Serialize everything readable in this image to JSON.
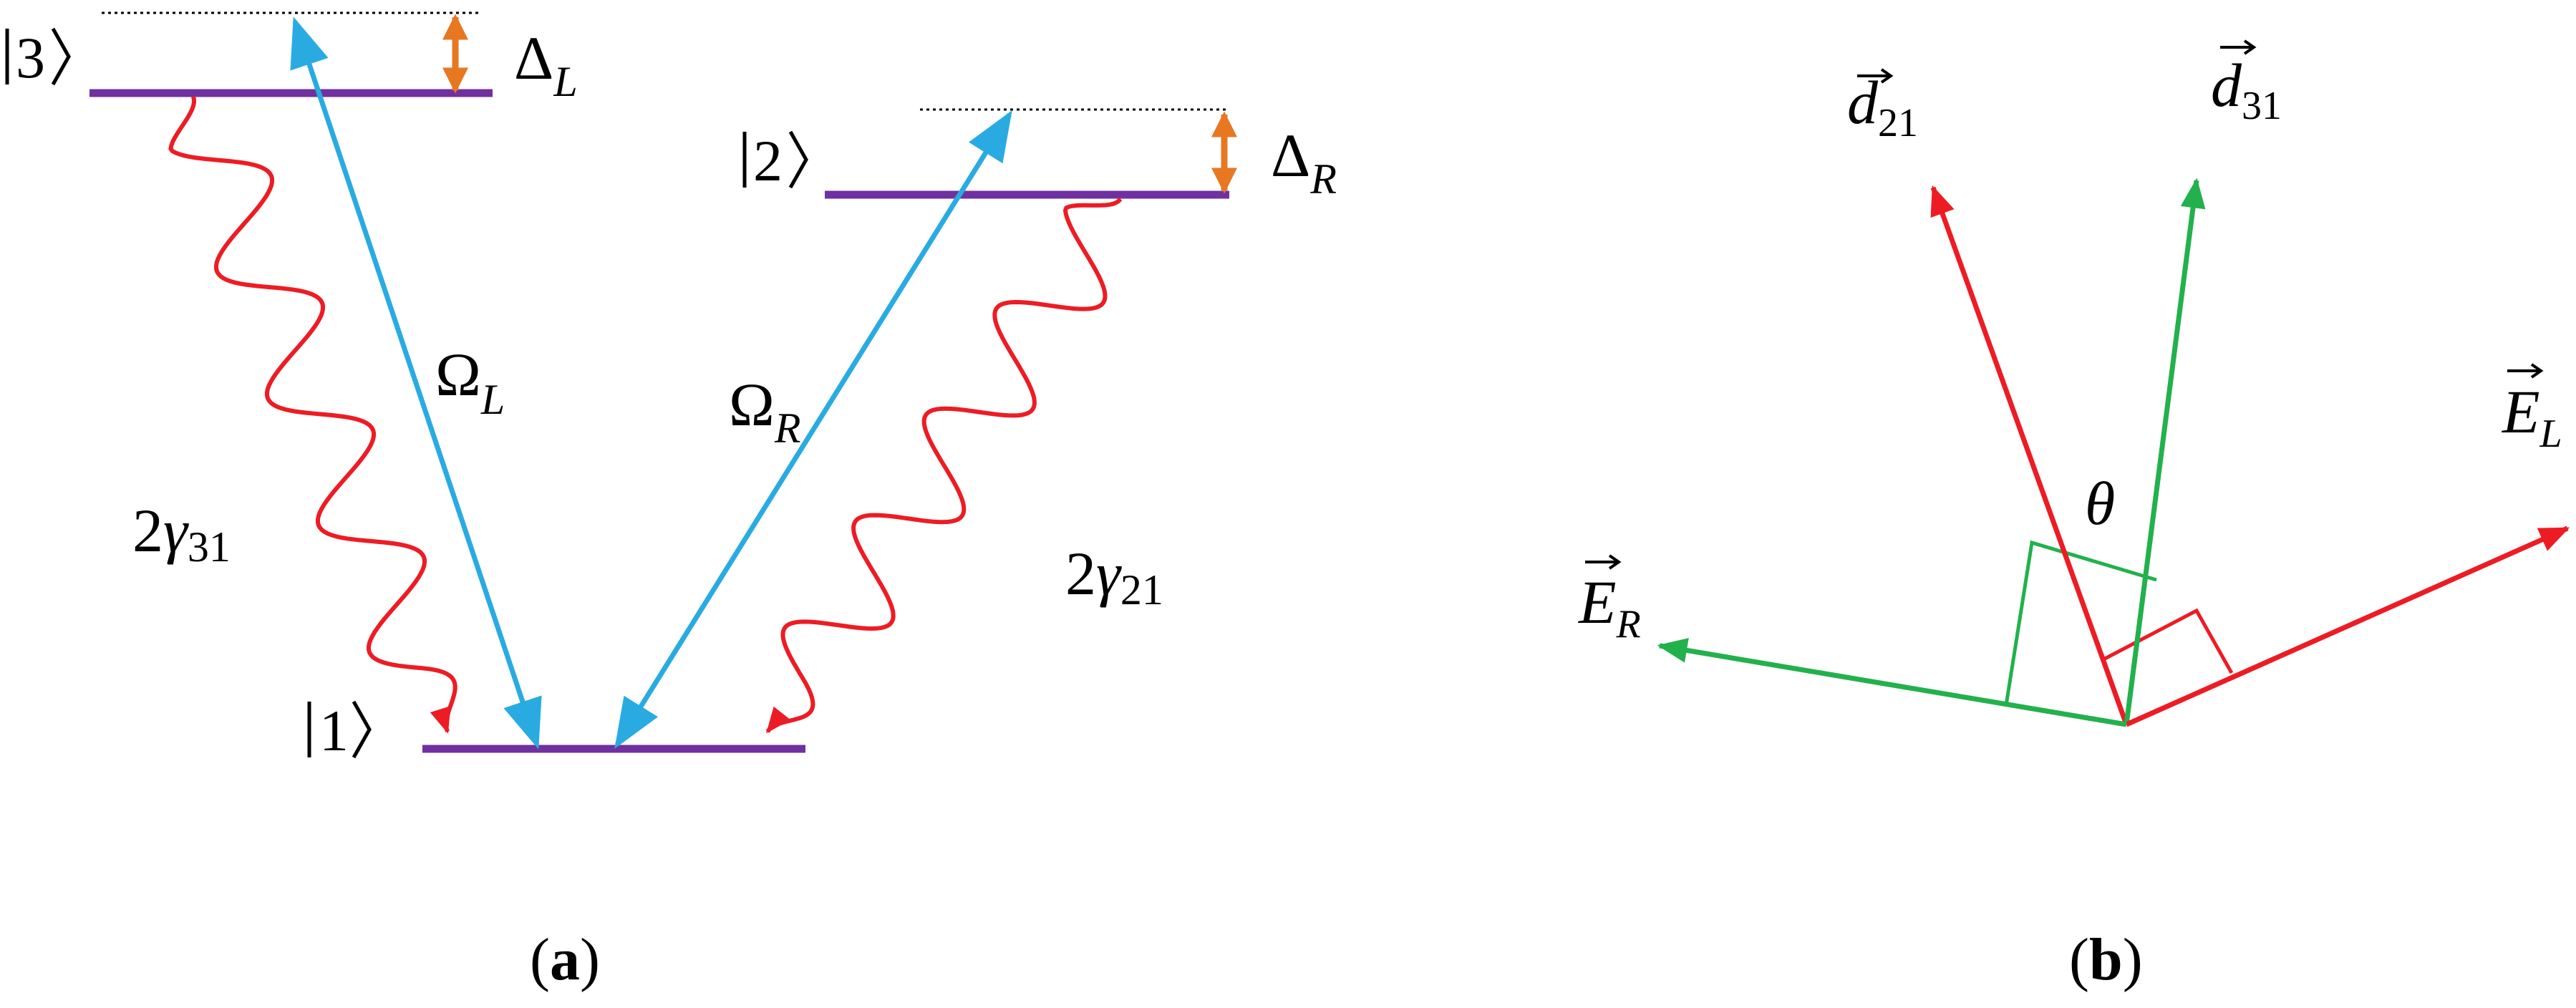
{
  "colors": {
    "level": "#7030A0",
    "coupling": "#29ABE2",
    "decay": "#ED1C24",
    "detuning": "#E87722",
    "vector_red": "#ED1C24",
    "vector_green": "#22B14C",
    "text": "#000000"
  },
  "panel_a": {
    "caption": "a",
    "levels": {
      "state_3": {
        "ket": "3"
      },
      "state_2": {
        "ket": "2"
      },
      "state_1": {
        "ket": "1"
      }
    },
    "detunings": {
      "left": {
        "symbol": "Δ",
        "sub": "L"
      },
      "right": {
        "symbol": "Δ",
        "sub": "R"
      }
    },
    "couplings": {
      "left": {
        "symbol": "Ω",
        "sub": "L"
      },
      "right": {
        "symbol": "Ω",
        "sub": "R"
      }
    },
    "decays": {
      "gamma_31": {
        "coef": "2",
        "symbol": "γ",
        "sub": "31"
      },
      "gamma_21": {
        "coef": "2",
        "symbol": "γ",
        "sub": "21"
      }
    }
  },
  "panel_b": {
    "caption": "b",
    "vectors": {
      "d21": {
        "symbol": "d",
        "sub": "21"
      },
      "d31": {
        "symbol": "d",
        "sub": "31"
      },
      "EL": {
        "symbol": "E",
        "sub": "L"
      },
      "ER": {
        "symbol": "E",
        "sub": "R"
      }
    },
    "angle": {
      "symbol": "θ"
    }
  }
}
